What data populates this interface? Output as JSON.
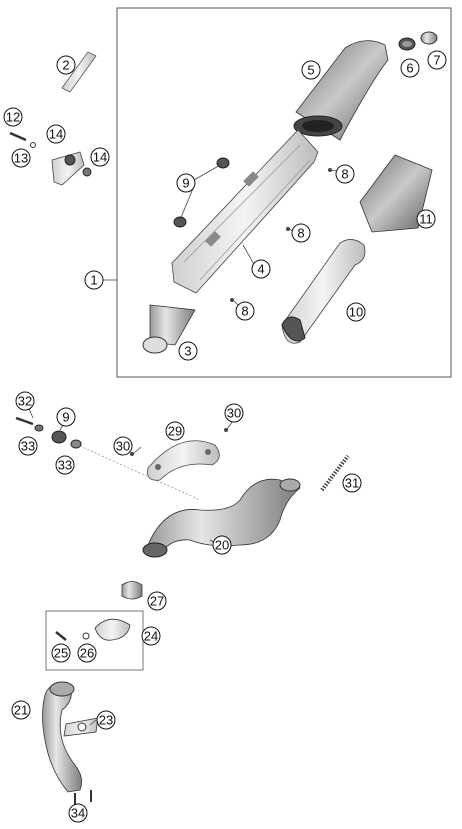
{
  "callouts": [
    {
      "id": "c1",
      "label": "1"
    },
    {
      "id": "c2",
      "label": "2"
    },
    {
      "id": "c3",
      "label": "3"
    },
    {
      "id": "c4",
      "label": "4"
    },
    {
      "id": "c5",
      "label": "5"
    },
    {
      "id": "c6",
      "label": "6"
    },
    {
      "id": "c7",
      "label": "7"
    },
    {
      "id": "c8a",
      "label": "8"
    },
    {
      "id": "c8b",
      "label": "8"
    },
    {
      "id": "c8c",
      "label": "8"
    },
    {
      "id": "c9a",
      "label": "9"
    },
    {
      "id": "c10",
      "label": "10"
    },
    {
      "id": "c11",
      "label": "11"
    },
    {
      "id": "c12",
      "label": "12"
    },
    {
      "id": "c13",
      "label": "13"
    },
    {
      "id": "c14a",
      "label": "14"
    },
    {
      "id": "c14b",
      "label": "14"
    },
    {
      "id": "c32",
      "label": "32"
    },
    {
      "id": "c9b",
      "label": "9"
    },
    {
      "id": "c33a",
      "label": "33"
    },
    {
      "id": "c33b",
      "label": "33"
    },
    {
      "id": "c30a",
      "label": "30"
    },
    {
      "id": "c29",
      "label": "29"
    },
    {
      "id": "c30b",
      "label": "30"
    },
    {
      "id": "c31",
      "label": "31"
    },
    {
      "id": "c20",
      "label": "20"
    },
    {
      "id": "c27",
      "label": "27"
    },
    {
      "id": "c24",
      "label": "24"
    },
    {
      "id": "c25",
      "label": "25"
    },
    {
      "id": "c26",
      "label": "26"
    },
    {
      "id": "c21",
      "label": "21"
    },
    {
      "id": "c23",
      "label": "23"
    },
    {
      "id": "c34",
      "label": "34"
    }
  ]
}
